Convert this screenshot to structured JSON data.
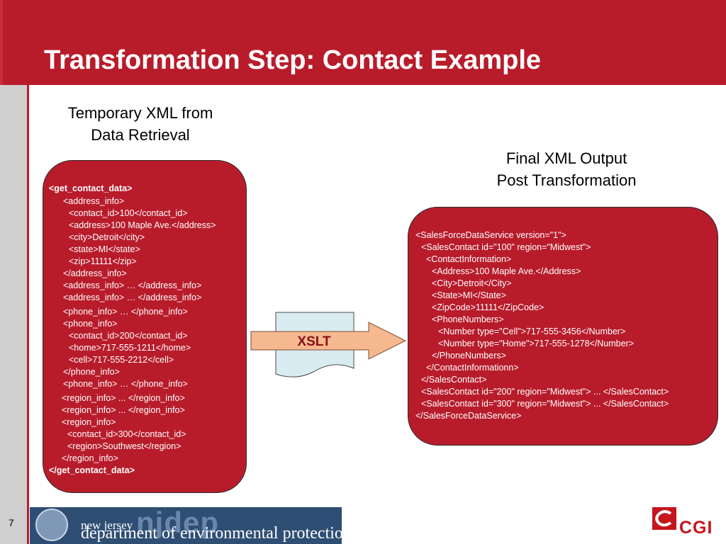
{
  "slide": {
    "title": "Transformation Step: Contact Example",
    "page_number": "7"
  },
  "left_heading": {
    "line1": "Temporary XML from",
    "line2": "Data Retrieval"
  },
  "right_heading": {
    "line1": "Final XML Output",
    "line2": "Post Transformation"
  },
  "left_code": [
    "<get_contact_data>",
    "<address_info>",
    "<contact_id>100</contact_id>",
    "<address>100 Maple Ave.</address>",
    "<city>Detroit</city>",
    "<state>MI</state>",
    "<zip>11111</zip>",
    "</address_info>",
    "<address_info> … </address_info>",
    "<address_info> … </address_info>",
    "<phone_info> … </phone_info>",
    "<phone_info>",
    "<contact_id>200</contact_id>",
    "<home>717-555-1211</home>",
    "<cell>717-555-2212</cell>",
    "</phone_info>",
    "<phone_info> … </phone_info>",
    "<region_info> ... </region_info>",
    "<region_info> ... </region_info>",
    "<region_info>",
    "<contact_id>300</contact_id>",
    "<region>Southwest</region>",
    "</region_info>",
    "</get_contact_data>"
  ],
  "right_code": [
    "<SalesForceDataService version=\"1\">",
    "<SalesContact id=\"100\" region=\"Midwest\">",
    "<ContactInformation>",
    "<Address>100 Maple Ave.</Address>",
    "<City>Detroit</City>",
    "<State>MI</State>",
    "<ZipCode>11111</ZipCode>",
    "<PhoneNumbers>",
    "<Number type=\"Cell\">717-555-3456</Number>",
    "<Number type=\"Home\">717-555-1278</Number>",
    "</PhoneNumbers>",
    "</ContactInformationn>",
    "</SalesContact>",
    "<SalesContact id=\"200\" region=\"Midwest\"> ... </SalesContact>",
    "<SalesContact id=\"300\" region=\"Midwest\"> ... </SalesContact>",
    "</SalesForceDataService>"
  ],
  "xslt_label": "XSLT",
  "footer": {
    "agency_line1": "new jersey",
    "agency_line2": "department of environmental protection",
    "agency_watermark": "njdep",
    "company": "CGI"
  },
  "colors": {
    "title_bar": "#b81c2b",
    "box_fill": "#b81c2b",
    "arrow_fill": "#f6b88f",
    "document_fill": "#d9ecf1",
    "logo_bg": "#2f4e74",
    "cgi_red": "#c4161c"
  }
}
